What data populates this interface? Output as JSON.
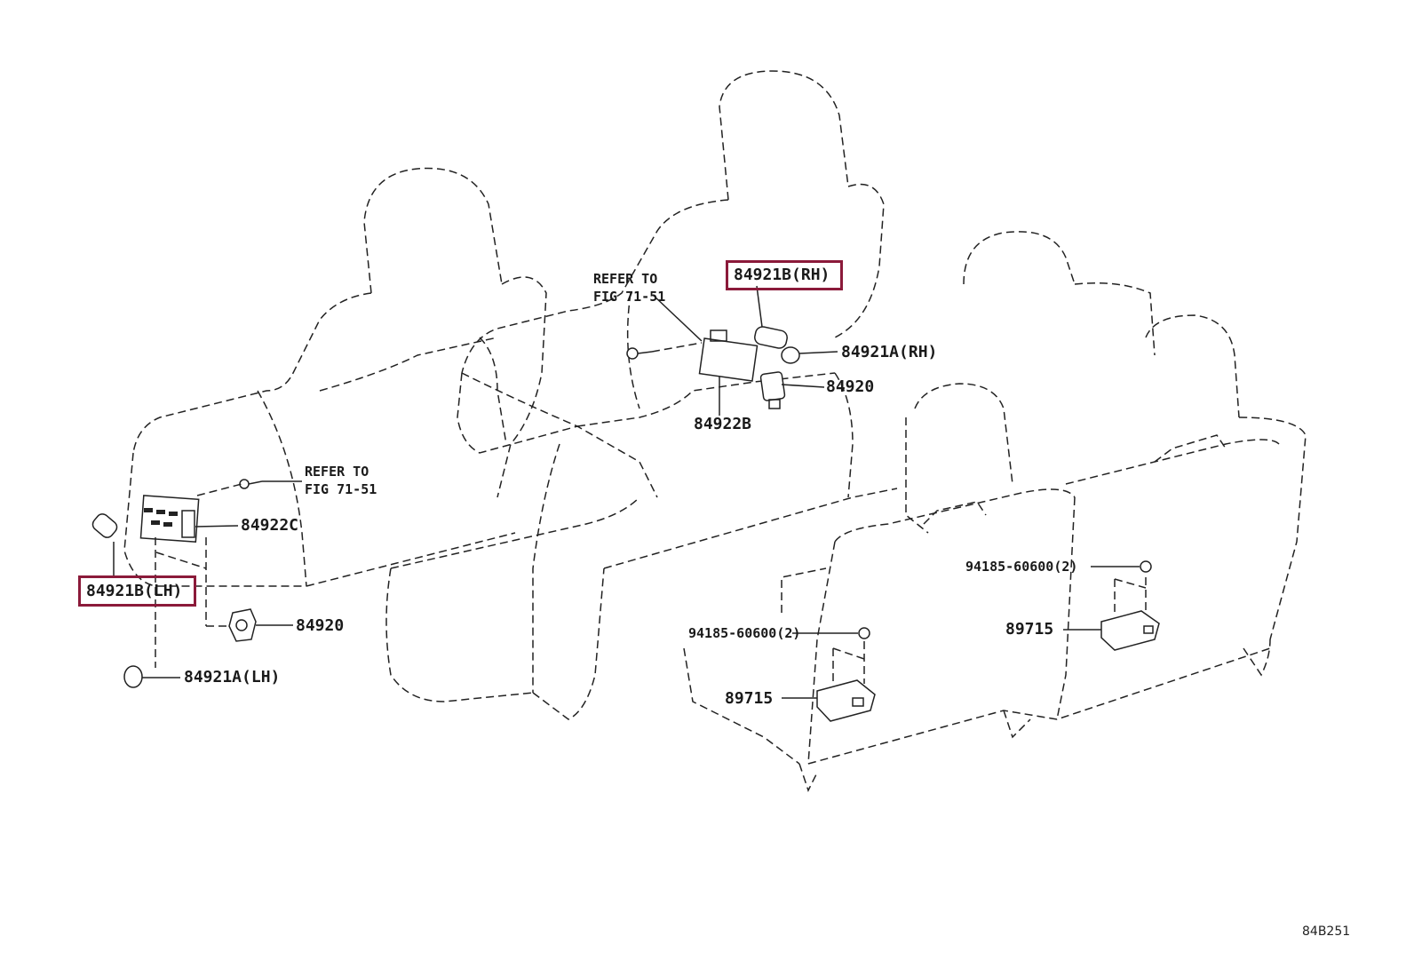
{
  "colors": {
    "highlight": "#8b1a3a",
    "line": "#222222"
  },
  "refs": {
    "upper": {
      "line1": "REFER TO",
      "line2": "FIG 71-51"
    },
    "lower": {
      "line1": "REFER TO",
      "line2": "FIG 71-51"
    }
  },
  "parts": {
    "p84921b_rh": "84921B(RH)",
    "p84921a_rh": "84921A(RH)",
    "p84920_upper": "84920",
    "p84922b": "84922B",
    "p84922c": "84922C",
    "p84921b_lh": "84921B(LH)",
    "p84920_lower": "84920",
    "p84921a_lh": "84921A(LH)",
    "p94185_right": "94185-60600(2)",
    "p89715_right": "89715",
    "p94185_left": "94185-60600(2)",
    "p89715_left": "89715"
  },
  "figure_id": "84B251"
}
